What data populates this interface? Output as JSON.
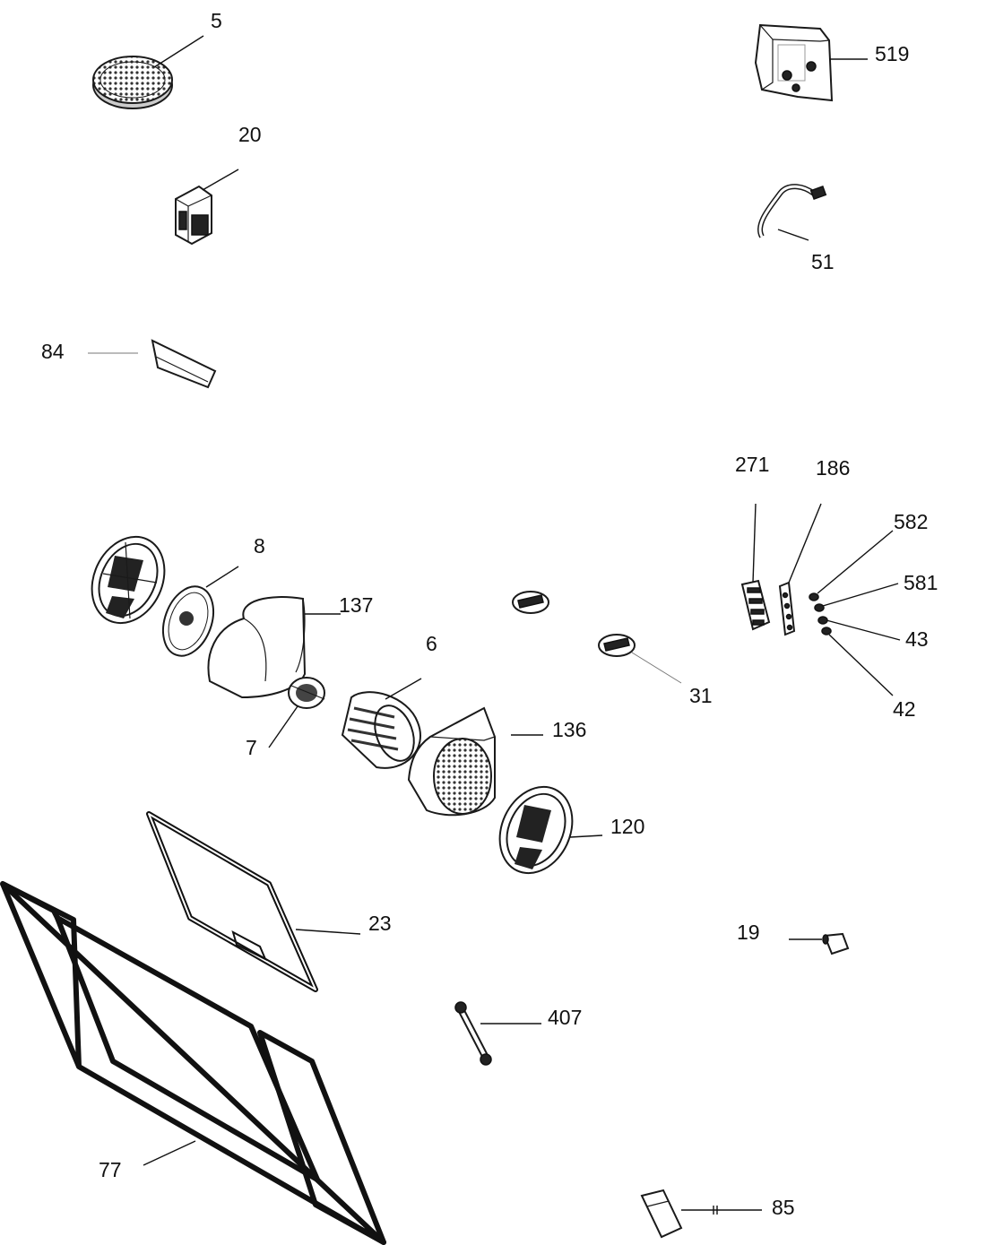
{
  "diagram": {
    "labels": {
      "l5": "5",
      "l519": "519",
      "l20": "20",
      "l51": "51",
      "l84": "84",
      "l271": "271",
      "l186": "186",
      "l582": "582",
      "l581": "581",
      "l43": "43",
      "l42": "42",
      "l8": "8",
      "l137": "137",
      "l6": "6",
      "l31": "31",
      "l7": "7",
      "l136": "136",
      "l120": "120",
      "l23": "23",
      "l19": "19",
      "l407": "407",
      "l77": "77",
      "l85": "85"
    }
  }
}
